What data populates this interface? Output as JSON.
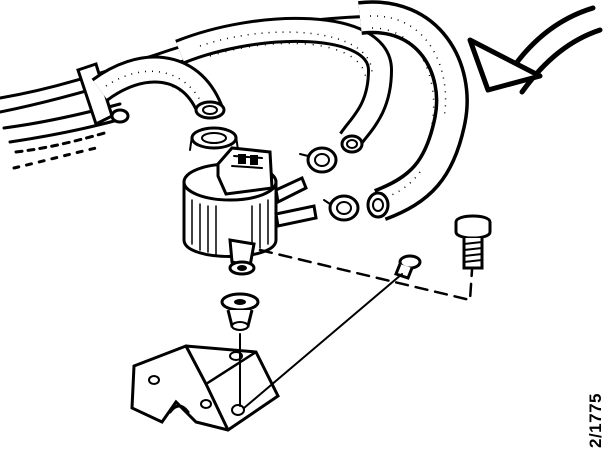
{
  "figure": {
    "reference_code": "2/1775",
    "ink_color": "#000000",
    "paper_color": "#ffffff",
    "parts": [
      {
        "name": "direction-arrow",
        "icon": "curved-arrow-icon"
      },
      {
        "name": "hose-bundle"
      },
      {
        "name": "bundle-strap"
      },
      {
        "name": "upper-left-hose"
      },
      {
        "name": "hose-clamp-left"
      },
      {
        "name": "middle-hose"
      },
      {
        "name": "right-hose"
      },
      {
        "name": "hose-clamp-middle"
      },
      {
        "name": "hose-clamp-right"
      },
      {
        "name": "valve-body"
      },
      {
        "name": "electrical-connector"
      },
      {
        "name": "rubber-grommet"
      },
      {
        "name": "mounting-bracket"
      },
      {
        "name": "mounting-bolt"
      },
      {
        "name": "mounting-screw"
      }
    ]
  }
}
